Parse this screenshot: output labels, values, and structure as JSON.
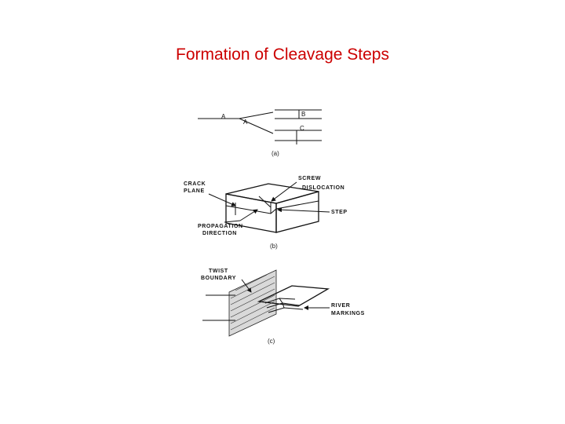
{
  "slide": {
    "title": "Formation of Cleavage Steps",
    "title_color": "#cc0000"
  },
  "panel_a": {
    "caption": "(a)",
    "labels": {
      "a_left": "A",
      "a_mid": "A",
      "b": "B",
      "c": "C"
    }
  },
  "panel_b": {
    "caption": "(b)",
    "labels": {
      "crack_plane_1": "CRACK",
      "crack_plane_2": "PLANE",
      "screw_1": "SCREW",
      "screw_2": "DISLOCATION",
      "step": "STEP",
      "propagation_1": "PROPAGATION",
      "propagation_2": "DIRECTION"
    }
  },
  "panel_c": {
    "caption": "(c)",
    "labels": {
      "twist_1": "TWIST",
      "twist_2": "BOUNDARY",
      "river_1": "RIVER",
      "river_2": "MARKINGS"
    }
  }
}
